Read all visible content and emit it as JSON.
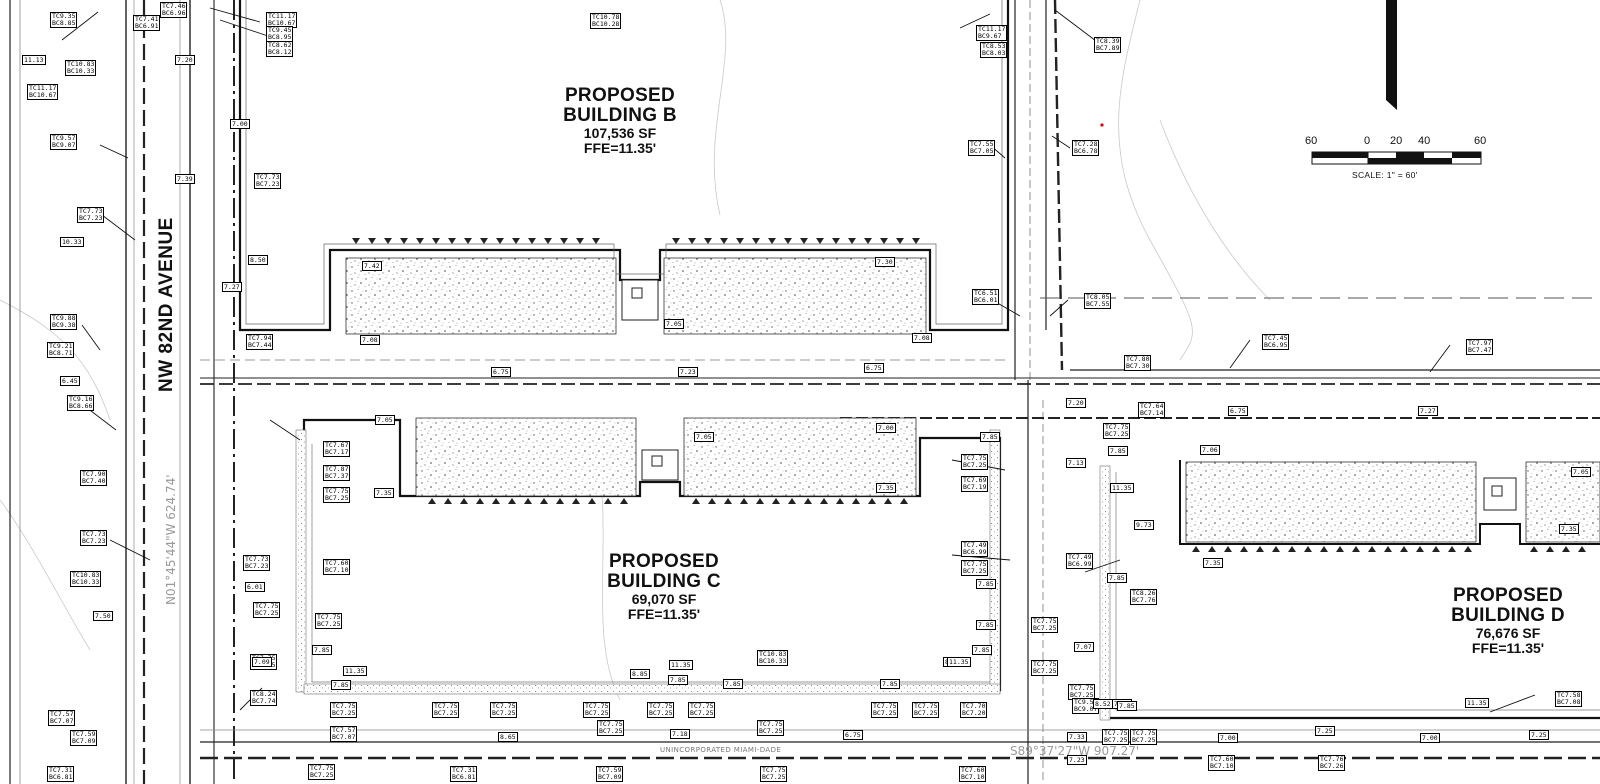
{
  "buildings": [
    {
      "id": "b",
      "line1": "PROPOSED",
      "line2": "BUILDING B",
      "area": "107,536 SF",
      "ffe": "FFE=11.35'"
    },
    {
      "id": "c",
      "line1": "PROPOSED",
      "line2": "BUILDING C",
      "area": "69,070 SF",
      "ffe": "FFE=11.35'"
    },
    {
      "id": "d",
      "line1": "PROPOSED",
      "line2": "BUILDING D",
      "area": "76,676 SF",
      "ffe": "FFE=11.35'"
    }
  ],
  "road_name": "NW 82ND AVENUE",
  "bearing_west": "N01°45'44\"W 624.74'",
  "bearing_south": "S89°37'27\"W 907.27'",
  "municipality_label": "UNINCORPORATED MIAMI-DADE",
  "scale": {
    "ticks": [
      "60",
      "0",
      "20",
      "40",
      "60"
    ],
    "caption": "SCALE: 1\" = 60'"
  },
  "tc_bc_tags": [
    {
      "tc": "TC9.35",
      "bc": "BC8.85"
    },
    {
      "tc": "TC7.41",
      "bc": "BC6.91"
    },
    {
      "tc": "TC7.46",
      "bc": "BC6.96"
    },
    {
      "tc": "TC11.17",
      "bc": "BC10.67"
    },
    {
      "tc": "TC9.45",
      "bc": "BC8.95"
    },
    {
      "tc": "TC8.62",
      "bc": "BC8.12"
    },
    {
      "tc": "TC10.78",
      "bc": "BC10.28"
    },
    {
      "tc": "TC11.17",
      "bc": "BC9.67"
    },
    {
      "tc": "TC8.53",
      "bc": "BC8.03"
    },
    {
      "tc": "TC8.39",
      "bc": "BC7.89"
    },
    {
      "tc": "TC10.83",
      "bc": "BC10.33"
    },
    {
      "tc": "TC11.17",
      "bc": "BC10.67"
    },
    {
      "tc": "TC9.57",
      "bc": "BC9.07"
    },
    {
      "tc": "TC7.55",
      "bc": "BC7.05"
    },
    {
      "tc": "TC7.28",
      "bc": "BC6.78"
    },
    {
      "tc": "TC7.73",
      "bc": "BC7.23"
    },
    {
      "tc": "TC7.73",
      "bc": "BC7.23"
    },
    {
      "tc": "TC9.88",
      "bc": "BC9.38"
    },
    {
      "tc": "TC9.21",
      "bc": "BC8.71"
    },
    {
      "tc": "TC7.94",
      "bc": "BC7.44"
    },
    {
      "tc": "TC6.51",
      "bc": "BC6.01"
    },
    {
      "tc": "TC8.05",
      "bc": "BC7.55"
    },
    {
      "tc": "TC9.16",
      "bc": "BC8.66"
    },
    {
      "tc": "TC7.45",
      "bc": "BC6.95"
    },
    {
      "tc": "TC7.97",
      "bc": "BC7.47"
    },
    {
      "tc": "TC7.80",
      "bc": "BC7.30"
    },
    {
      "tc": "TC7.64",
      "bc": "BC7.14"
    },
    {
      "tc": "TC7.75",
      "bc": "BC7.25"
    },
    {
      "tc": "TC7.67",
      "bc": "BC7.17"
    },
    {
      "tc": "TC7.87",
      "bc": "BC7.37"
    },
    {
      "tc": "TC7.75",
      "bc": "BC7.25"
    },
    {
      "tc": "TC7.90",
      "bc": "BC7.40"
    },
    {
      "tc": "TC7.75",
      "bc": "BC7.25"
    },
    {
      "tc": "TC7.69",
      "bc": "BC7.19"
    },
    {
      "tc": "TC7.73",
      "bc": "BC7.23"
    },
    {
      "tc": "TC7.60",
      "bc": "BC7.10"
    },
    {
      "tc": "TC7.49",
      "bc": "BC6.99"
    },
    {
      "tc": "TC7.75",
      "bc": "BC7.25"
    },
    {
      "tc": "TC7.49",
      "bc": "BC6.99"
    },
    {
      "tc": "TC8.26",
      "bc": "BC7.76"
    },
    {
      "tc": "TC10.83",
      "bc": "BC10.33"
    },
    {
      "tc": "TC7.73",
      "bc": "BC7.23"
    },
    {
      "tc": "TC7.75",
      "bc": "BC7.25"
    },
    {
      "tc": "TC7.75",
      "bc": "BC7.25"
    },
    {
      "tc": "TC7.75",
      "bc": "BC7.25"
    },
    {
      "tc": "TC7.75",
      "bc": "BC7.25"
    },
    {
      "tc": "TC7.75",
      "bc": "BC7.25"
    },
    {
      "tc": "TC8.24",
      "bc": "BC7.74"
    },
    {
      "tc": "TC7.75",
      "bc": "BC7.25"
    },
    {
      "tc": "TC7.75",
      "bc": "BC7.25"
    },
    {
      "tc": "TC7.75",
      "bc": "BC7.25"
    },
    {
      "tc": "TC7.75",
      "bc": "BC7.25"
    },
    {
      "tc": "TC7.75",
      "bc": "BC7.25"
    },
    {
      "tc": "TC7.75",
      "bc": "BC7.25"
    },
    {
      "tc": "TC7.75",
      "bc": "BC7.25"
    },
    {
      "tc": "TC7.75",
      "bc": "BC7.25"
    },
    {
      "tc": "TC7.75",
      "bc": "BC7.25"
    },
    {
      "tc": "TC7.75",
      "bc": "BC7.25"
    },
    {
      "tc": "TC7.70",
      "bc": "BC7.20"
    },
    {
      "tc": "TC7.58",
      "bc": "BC7.08"
    },
    {
      "tc": "TC7.57",
      "bc": "BC7.07"
    },
    {
      "tc": "TC7.57",
      "bc": "BC7.07"
    },
    {
      "tc": "TC7.75",
      "bc": "BC7.25"
    },
    {
      "tc": "TC7.75",
      "bc": "BC7.25"
    },
    {
      "tc": "TC10.83",
      "bc": "BC10.33"
    },
    {
      "tc": "TC9.57",
      "bc": "BC9.07"
    },
    {
      "tc": "TC7.59",
      "bc": "BC7.09"
    },
    {
      "tc": "TC7.31",
      "bc": "BC6.81"
    },
    {
      "tc": "TC7.75",
      "bc": "BC7.25"
    },
    {
      "tc": "TC7.31",
      "bc": "BC6.81"
    },
    {
      "tc": "TC7.59",
      "bc": "BC7.09"
    },
    {
      "tc": "TC7.75",
      "bc": "BC7.25"
    },
    {
      "tc": "TC7.60",
      "bc": "BC7.10"
    },
    {
      "tc": "TC7.75",
      "bc": "BC7.25"
    },
    {
      "tc": "TC7.60",
      "bc": "BC7.10"
    },
    {
      "tc": "TC7.76",
      "bc": "BC7.26"
    }
  ],
  "spot_elevations": [
    "11.13",
    "7.20",
    "7.00",
    "7.39",
    "10.33",
    "8.50",
    "7.27",
    "7.42",
    "7.30",
    "7.08",
    "7.05",
    "7.08",
    "6.45",
    "6.75",
    "7.23",
    "6.75",
    "7.20",
    "6.75",
    "7.27",
    "7.05",
    "7.05",
    "7.00",
    "7.85",
    "7.35",
    "7.35",
    "7.13",
    "7.85",
    "11.35",
    "9.73",
    "7.06",
    "7.85",
    "7.35",
    "7.05",
    "7.35",
    "6.01",
    "7.85",
    "7.85",
    "7.50",
    "7.85",
    "7.09",
    "11.35",
    "8.52",
    "7.85",
    "7.85",
    "8.85",
    "11.35",
    "7.85",
    "7.85",
    "8.52",
    "11.35",
    "7.85",
    "7.85",
    "7.07",
    "7.85",
    "11.35",
    "8.65",
    "7.18",
    "6.75",
    "7.33",
    "7.23",
    "7.00",
    "7.25",
    "7.00",
    "7.25"
  ]
}
